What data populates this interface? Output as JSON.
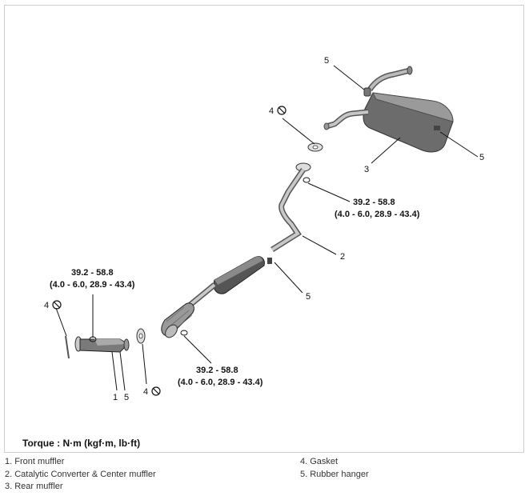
{
  "callouts": {
    "c1": "1",
    "c2": "2",
    "c3": "3",
    "c4": "4",
    "c5": "5"
  },
  "torque_spec": {
    "value": "39.2 - 58.8",
    "units_line": "(4.0 - 6.0, 28.9 - 43.4)"
  },
  "torque_title": "Torque : N·m (kgf·m, lb·ft)",
  "legend": {
    "items": [
      "1. Front muffler",
      "2. Catalytic Converter & Center muffler",
      "3. Rear muffler",
      "4. Gasket",
      "5. Rubber hanger"
    ]
  }
}
